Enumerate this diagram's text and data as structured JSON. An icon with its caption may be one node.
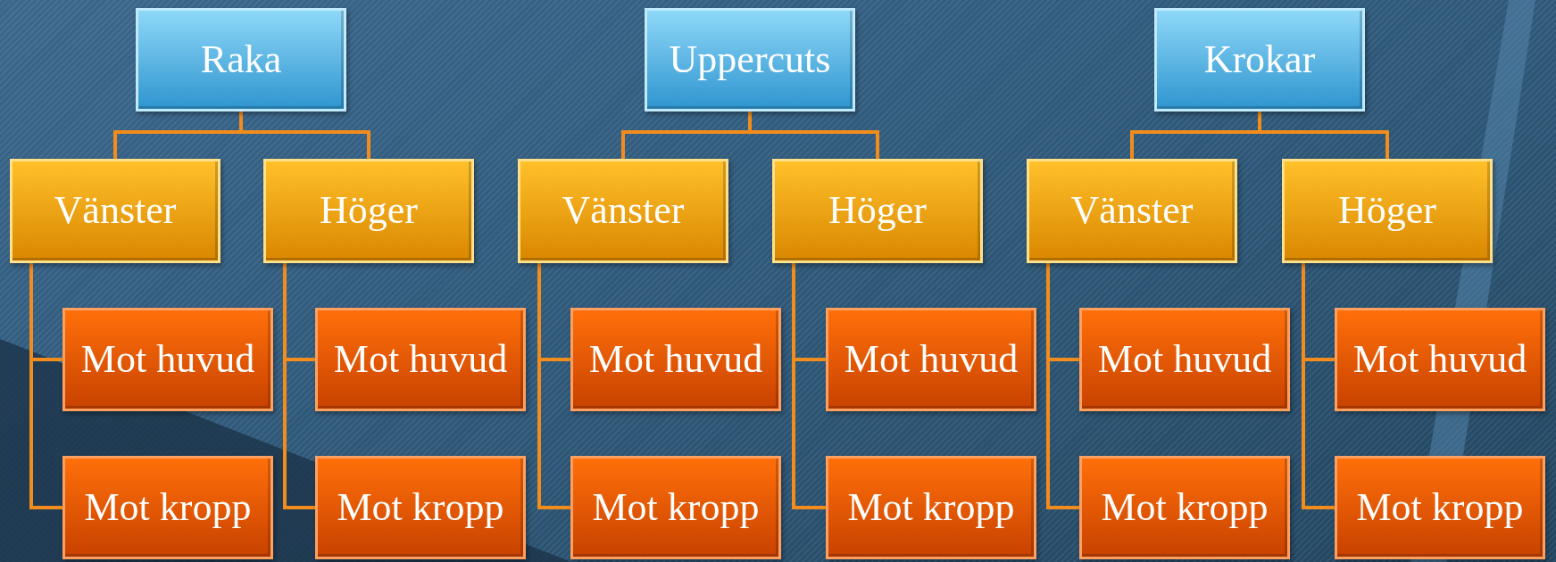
{
  "diagram": {
    "nodes": [
      {
        "text": [
          "Raka"
        ]
      },
      {
        "text": [
          "Vänster"
        ]
      },
      {
        "text": [
          "Höger"
        ]
      },
      {
        "text": [
          "Mot huvud"
        ]
      },
      {
        "text": [
          "Mot kropp"
        ]
      },
      {
        "text": [
          "Mot huvud"
        ]
      },
      {
        "text": [
          "Mot kropp"
        ]
      },
      {
        "text": [
          "Uppercuts"
        ]
      },
      {
        "text": [
          "Vänster"
        ]
      },
      {
        "text": [
          "Höger"
        ]
      },
      {
        "text": [
          "Mot huvud"
        ]
      },
      {
        "text": [
          "Mot kropp"
        ]
      },
      {
        "text": [
          "Mot huvud"
        ]
      },
      {
        "text": [
          "Mot kropp"
        ]
      },
      {
        "text": [
          "Krokar"
        ]
      },
      {
        "text": [
          "Vänster"
        ]
      },
      {
        "text": [
          "Höger"
        ]
      },
      {
        "text": [
          "Mot huvud"
        ]
      },
      {
        "text": [
          "Mot kropp"
        ]
      },
      {
        "text": [
          "Mot huvud"
        ]
      },
      {
        "text": [
          "Mot kropp"
        ]
      }
    ],
    "edges": [
      {
        "from": 0,
        "to": 1,
        "arrow": "none"
      },
      {
        "from": 0,
        "to": 2,
        "arrow": "none"
      },
      {
        "from": 1,
        "to": 3,
        "arrow": "none"
      },
      {
        "from": 1,
        "to": 4,
        "arrow": "none"
      },
      {
        "from": 2,
        "to": 5,
        "arrow": "none"
      },
      {
        "from": 2,
        "to": 6,
        "arrow": "none"
      },
      {
        "from": 7,
        "to": 8,
        "arrow": "none"
      },
      {
        "from": 7,
        "to": 9,
        "arrow": "none"
      },
      {
        "from": 8,
        "to": 10,
        "arrow": "none"
      },
      {
        "from": 8,
        "to": 11,
        "arrow": "none"
      },
      {
        "from": 9,
        "to": 12,
        "arrow": "none"
      },
      {
        "from": 9,
        "to": 13,
        "arrow": "none"
      },
      {
        "from": 14,
        "to": 15,
        "arrow": "none"
      },
      {
        "from": 14,
        "to": 16,
        "arrow": "none"
      },
      {
        "from": 15,
        "to": 17,
        "arrow": "none"
      },
      {
        "from": 15,
        "to": 18,
        "arrow": "none"
      },
      {
        "from": 16,
        "to": 19,
        "arrow": "none"
      },
      {
        "from": 16,
        "to": 20,
        "arrow": "none"
      }
    ]
  }
}
